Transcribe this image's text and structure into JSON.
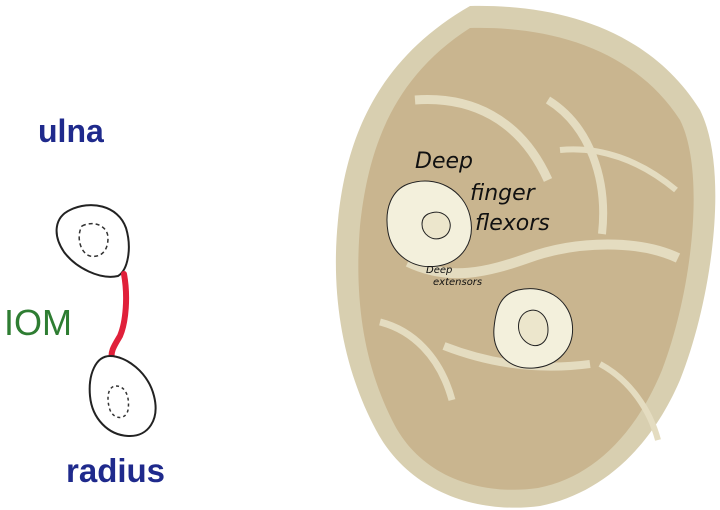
{
  "left_panel": {
    "ulna_label": "ulna",
    "iom_label": "IOM",
    "radius_label": "radius"
  },
  "cross_section": {
    "deep_finger_flexors_line1": "Deep",
    "deep_finger_flexors_line2": "finger",
    "deep_finger_flexors_line3": "flexors",
    "deep_extensors_line1": "Deep",
    "deep_extensors_line2": "extensors"
  },
  "colors": {
    "label_blue": "#1f2a8c",
    "iom_green": "#2e7d32",
    "membrane_red": "#e0203a",
    "fascia": "#d8cfb0",
    "muscle": "#c9b58f",
    "bone": "#f3f0dc"
  }
}
